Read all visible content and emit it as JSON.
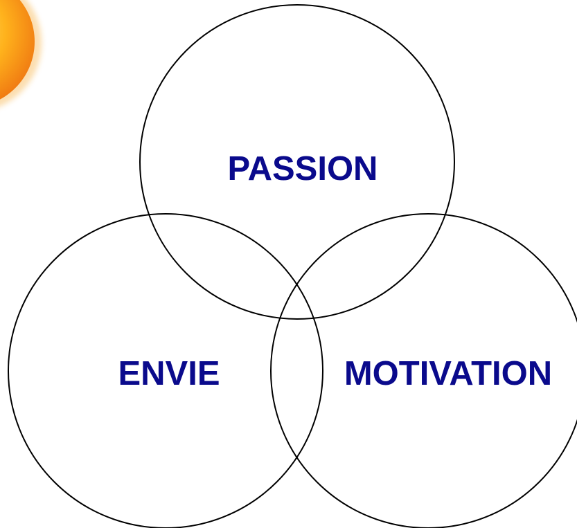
{
  "diagram": {
    "type": "venn",
    "circles": [
      {
        "id": "top",
        "label": "PASSION"
      },
      {
        "id": "left",
        "label": "ENVIE"
      },
      {
        "id": "right",
        "label": "MOTIVATION"
      }
    ],
    "colors": {
      "outline": "#000000",
      "label": "#0a0a8c",
      "background": "#ffffff",
      "sun_highlight": "#ffe36a",
      "sun_mid": "#ffb21c",
      "sun_edge": "#f07a12"
    },
    "decorations": [
      "sun-icon"
    ]
  }
}
